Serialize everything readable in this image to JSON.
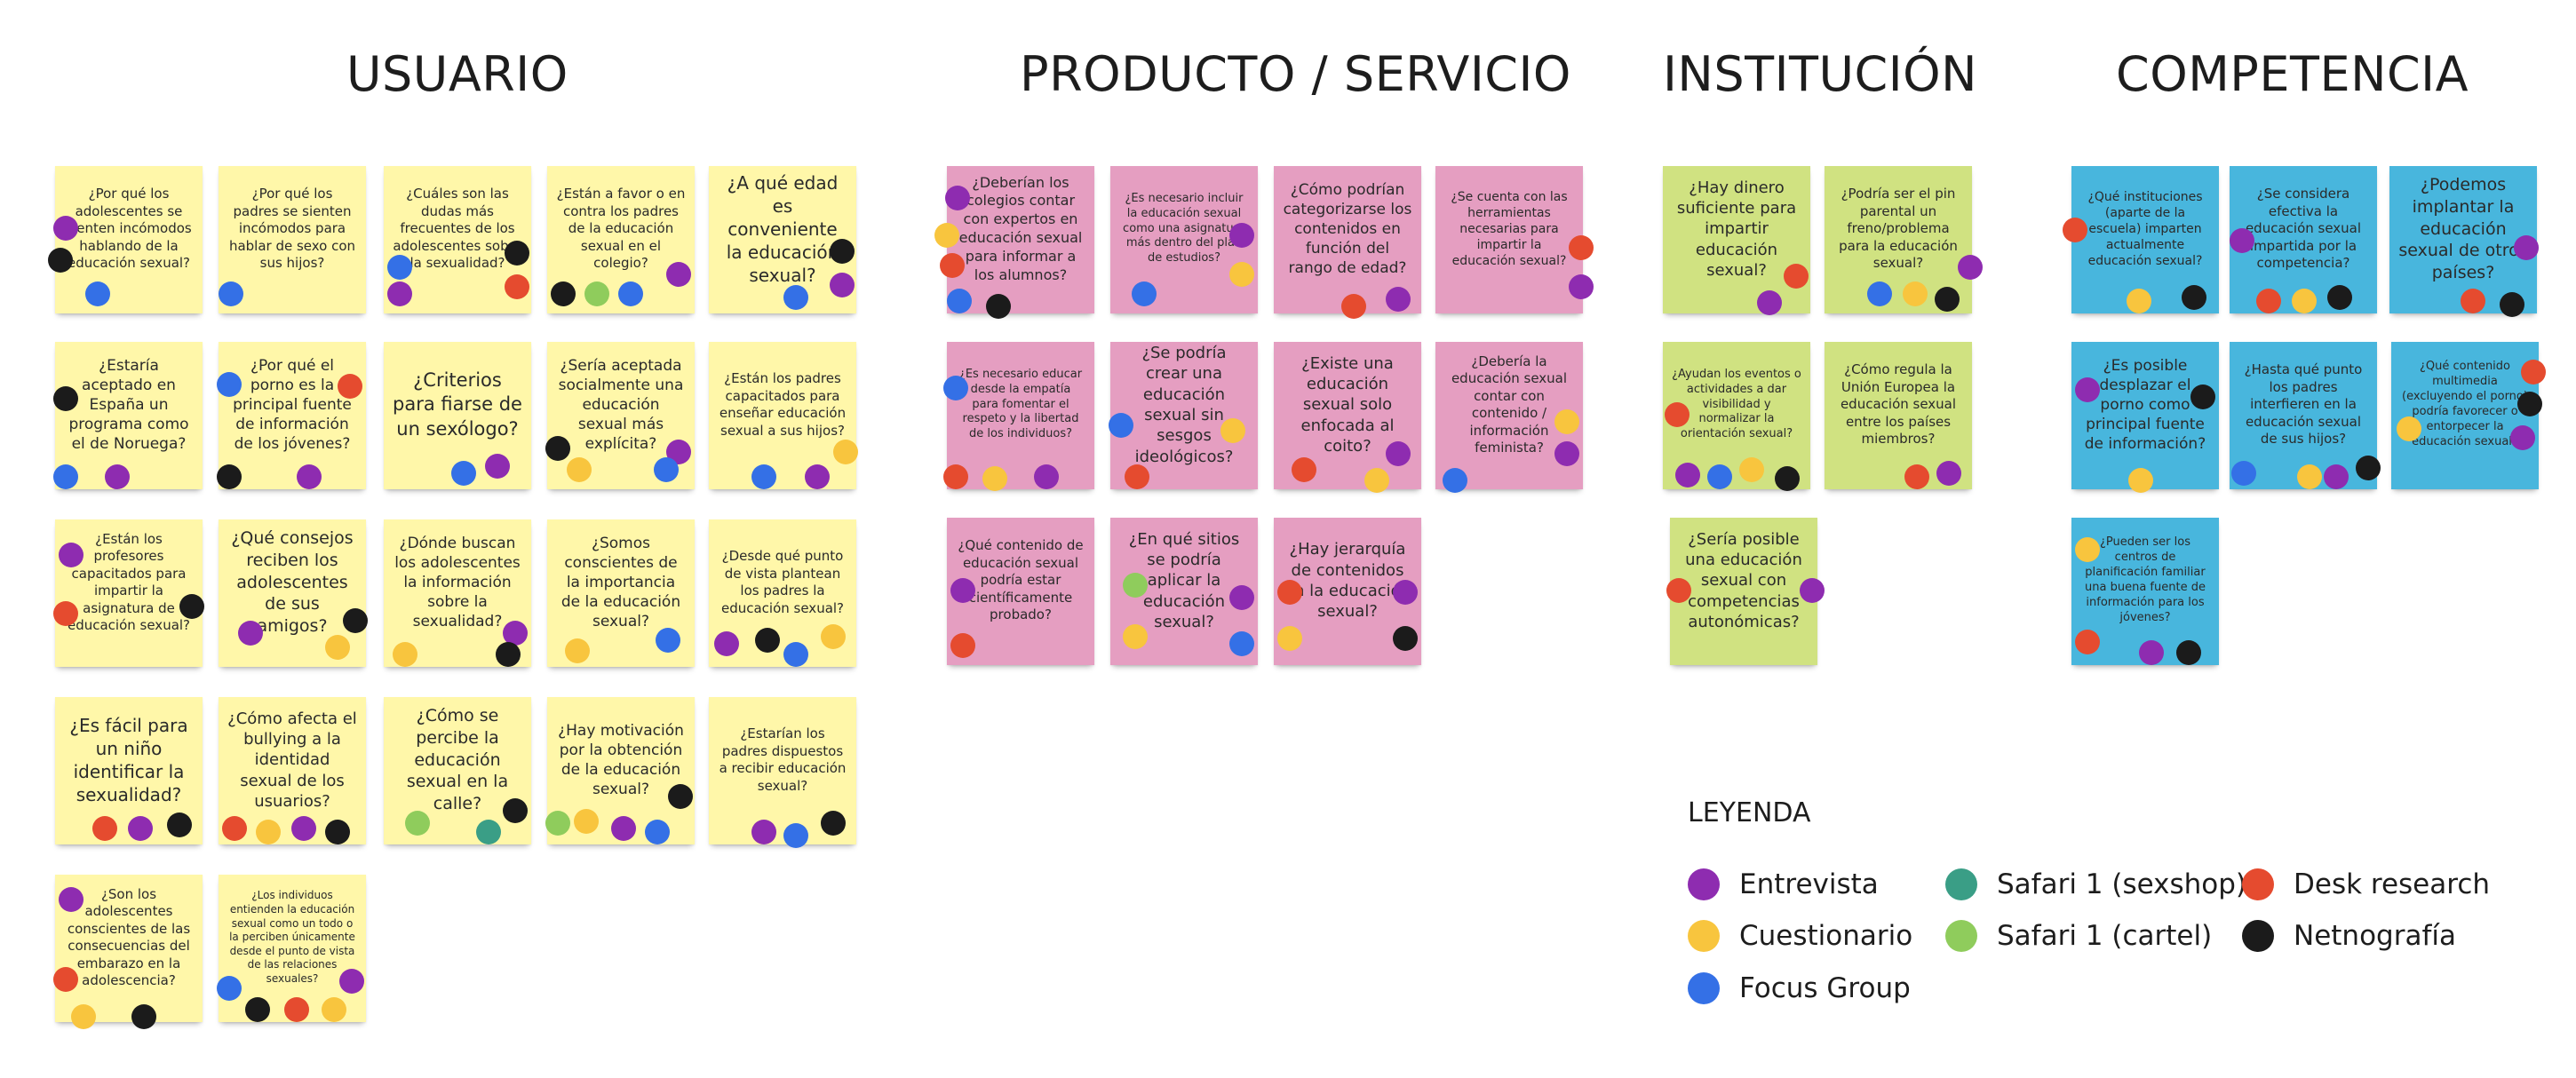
{
  "titles": {
    "usuario": "USUARIO",
    "producto": "PRODUCTO / SERVICIO",
    "institucion": "INSTITUCIÓN",
    "competencia": "COMPETENCIA"
  },
  "colors": {
    "sticky_yellow": "#fff7a9",
    "sticky_pink": "#e59ec1",
    "sticky_green": "#d0e281",
    "sticky_blue": "#48b6dd",
    "purple": "#8e2cb0",
    "yellow": "#f8c53e",
    "blue": "#3470e6",
    "teal": "#3a9e86",
    "lightgreen": "#8fcc5c",
    "red": "#e54b2f",
    "black": "#1b1b1b"
  },
  "notes": [
    {
      "text": "¿Por qué los adolescentes se sienten incómodos hablando de la educación sexual?",
      "color": "yellow",
      "dots": [
        "purple",
        "black",
        "blue"
      ]
    },
    {
      "text": "¿Por qué los padres se sienten incómodos para hablar de sexo con sus hijos?",
      "color": "yellow",
      "dots": [
        "blue"
      ]
    },
    {
      "text": "¿Cuáles son las dudas más frecuentes de los adolescentes sobre la sexualidad?",
      "color": "yellow",
      "dots": [
        "blue",
        "purple",
        "black",
        "red"
      ]
    },
    {
      "text": "¿Están a favor o en contra los padres de la educación sexual en el colegio?",
      "color": "yellow",
      "dots": [
        "black",
        "lightgreen",
        "blue",
        "purple"
      ]
    },
    {
      "text": "¿A qué edad es conveniente la educación sexual?",
      "color": "yellow",
      "dots": [
        "black",
        "purple",
        "blue"
      ]
    },
    {
      "text": "¿Estaría aceptado en España un programa como el de Noruega?",
      "color": "yellow",
      "dots": [
        "black",
        "blue",
        "purple"
      ]
    },
    {
      "text": "¿Por qué el porno es la principal fuente de información de los jóvenes?",
      "color": "yellow",
      "dots": [
        "blue",
        "black",
        "red",
        "purple"
      ]
    },
    {
      "text": "¿Criterios para fiarse de un sexólogo?",
      "color": "yellow",
      "dots": [
        "blue",
        "purple"
      ]
    },
    {
      "text": "¿Sería aceptada socialmente una educación sexual más explícita?",
      "color": "yellow",
      "dots": [
        "black",
        "purple",
        "yellow",
        "blue"
      ]
    },
    {
      "text": "¿Están los padres capacitados para enseñar educación sexual a sus hijos?",
      "color": "yellow",
      "dots": [
        "yellow",
        "blue",
        "purple"
      ]
    },
    {
      "text": "¿Están los profesores capacitados para impartir la asignatura de educación sexual?",
      "color": "yellow",
      "dots": [
        "purple",
        "red",
        "black"
      ]
    },
    {
      "text": "¿Qué consejos reciben los adolescentes de sus amigos?",
      "color": "yellow",
      "dots": [
        "purple",
        "black",
        "yellow"
      ]
    },
    {
      "text": "¿Dónde buscan los adolescentes la información sobre la sexualidad?",
      "color": "yellow",
      "dots": [
        "purple",
        "yellow",
        "black"
      ]
    },
    {
      "text": "¿Somos conscientes de la importancia de la educación sexual?",
      "color": "yellow",
      "dots": [
        "blue",
        "yellow"
      ]
    },
    {
      "text": "¿Desde qué punto de vista plantean los padres la educación sexual?",
      "color": "yellow",
      "dots": [
        "purple",
        "black",
        "blue",
        "yellow"
      ]
    },
    {
      "text": "¿Es fácil para un niño identificar la sexualidad?",
      "color": "yellow",
      "dots": [
        "red",
        "purple",
        "black"
      ]
    },
    {
      "text": "¿Cómo afecta el bullying a la identidad sexual de los usuarios?",
      "color": "yellow",
      "dots": [
        "red",
        "yellow",
        "purple",
        "black"
      ]
    },
    {
      "text": "¿Cómo se percibe la educación sexual en la calle?",
      "color": "yellow",
      "dots": [
        "lightgreen",
        "teal",
        "black"
      ]
    },
    {
      "text": "¿Hay motivación por la obtención de la educación sexual?",
      "color": "yellow",
      "dots": [
        "lightgreen",
        "yellow",
        "purple",
        "blue",
        "black"
      ]
    },
    {
      "text": "¿Estarían los padres dispuestos a recibir educación sexual?",
      "color": "yellow",
      "dots": [
        "purple",
        "blue",
        "black"
      ]
    },
    {
      "text": "¿Son los adolescentes conscientes de las consecuencias del embarazo en la adolescencia?",
      "color": "yellow",
      "dots": [
        "purple",
        "red",
        "yellow",
        "black"
      ]
    },
    {
      "text": "¿Los individuos entienden la educación sexual como un todo o la perciben únicamente desde el punto de vista de las relaciones sexuales?",
      "color": "yellow",
      "dots": [
        "blue",
        "black",
        "red",
        "yellow",
        "purple"
      ]
    },
    {
      "text": "¿Deberían los colegios contar con expertos en educación sexual para informar a los alumnos?",
      "color": "pink",
      "dots": [
        "purple",
        "yellow",
        "red",
        "blue",
        "black"
      ]
    },
    {
      "text": "¿Es necesario incluir la educación sexual como una asignatura más dentro del plan de estudios?",
      "color": "pink",
      "dots": [
        "purple",
        "blue",
        "yellow"
      ]
    },
    {
      "text": "¿Cómo podrían categorizarse los contenidos en función del rango de edad?",
      "color": "pink",
      "dots": [
        "red",
        "purple"
      ]
    },
    {
      "text": "¿Se cuenta con las herramientas necesarias para impartir la educación sexual?",
      "color": "pink",
      "dots": [
        "red",
        "purple"
      ]
    },
    {
      "text": "¿Es necesario educar desde la empatía para fomentar el respeto y la libertad de los individuos?",
      "color": "pink",
      "dots": [
        "blue",
        "red",
        "yellow",
        "purple"
      ]
    },
    {
      "text": "¿Se podría crear una educación sexual sin sesgos ideológicos?",
      "color": "pink",
      "dots": [
        "blue",
        "yellow",
        "red"
      ]
    },
    {
      "text": "¿Existe una educación sexual solo enfocada al coito?",
      "color": "pink",
      "dots": [
        "purple",
        "red",
        "yellow"
      ]
    },
    {
      "text": "¿Debería la educación sexual contar con contenido / información feminista?",
      "color": "pink",
      "dots": [
        "yellow",
        "purple",
        "blue"
      ]
    },
    {
      "text": "¿Qué contenido de educación sexual podría estar científicamente probado?",
      "color": "pink",
      "dots": [
        "purple",
        "red"
      ]
    },
    {
      "text": "¿En qué sitios se podría aplicar la educación sexual?",
      "color": "pink",
      "dots": [
        "lightgreen",
        "purple",
        "yellow",
        "blue"
      ]
    },
    {
      "text": "¿Hay jerarquía de contenidos en la educación sexual?",
      "color": "pink",
      "dots": [
        "red",
        "purple",
        "yellow",
        "black"
      ]
    },
    {
      "text": "¿Hay dinero suficiente para impartir educación sexual?",
      "color": "green",
      "dots": [
        "red",
        "purple"
      ]
    },
    {
      "text": "¿Podría ser el pin parental un freno/problema para la educación sexual?",
      "color": "green",
      "dots": [
        "purple",
        "blue",
        "yellow",
        "black"
      ]
    },
    {
      "text": "¿Ayudan los eventos o actividades a dar visibilidad y normalizar la orientación sexual?",
      "color": "green",
      "dots": [
        "red",
        "purple",
        "blue",
        "yellow",
        "black"
      ]
    },
    {
      "text": "¿Cómo regula la Unión Europea la educación sexual entre los países miembros?",
      "color": "green",
      "dots": [
        "red",
        "purple"
      ]
    },
    {
      "text": "¿Sería posible una educación sexual con competencias autonómicas?",
      "color": "green",
      "dots": [
        "red",
        "purple"
      ]
    },
    {
      "text": "¿Qué instituciones (aparte de la escuela) imparten actualmente educación sexual?",
      "color": "blue",
      "dots": [
        "red",
        "yellow",
        "black"
      ]
    },
    {
      "text": "¿Se considera efectiva la educación sexual impartida por la competencia?",
      "color": "blue",
      "dots": [
        "purple",
        "red",
        "yellow",
        "black"
      ]
    },
    {
      "text": "¿Podemos implantar la educación sexual de otros países?",
      "color": "blue",
      "dots": [
        "purple",
        "red",
        "black"
      ]
    },
    {
      "text": "¿Es posible desplazar el porno como principal fuente de información?",
      "color": "blue",
      "dots": [
        "purple",
        "black",
        "yellow"
      ]
    },
    {
      "text": "¿Hasta qué punto los padres interfieren en la educación sexual de sus hijos?",
      "color": "blue",
      "dots": [
        "blue",
        "yellow",
        "purple",
        "black"
      ]
    },
    {
      "text": "¿Qué contenido multimedia (excluyendo el porno) podría favorecer o entorpecer la educación sexual?",
      "color": "blue",
      "dots": [
        "red",
        "black",
        "yellow",
        "purple"
      ]
    },
    {
      "text": "¿Pueden ser los centros de planificación familiar una buena fuente de información para los jóvenes?",
      "color": "blue",
      "dots": [
        "yellow",
        "red",
        "purple",
        "black"
      ]
    }
  ],
  "legend": {
    "title": "LEYENDA",
    "items": [
      {
        "label": "Entrevista",
        "color": "purple"
      },
      {
        "label": "Cuestionario",
        "color": "yellow"
      },
      {
        "label": "Focus Group",
        "color": "blue"
      },
      {
        "label": "Safari 1 (sexshop)",
        "color": "teal"
      },
      {
        "label": "Safari 1 (cartel)",
        "color": "lightgreen"
      },
      {
        "label": "Desk research",
        "color": "red"
      },
      {
        "label": "Netnografía",
        "color": "black"
      }
    ]
  }
}
